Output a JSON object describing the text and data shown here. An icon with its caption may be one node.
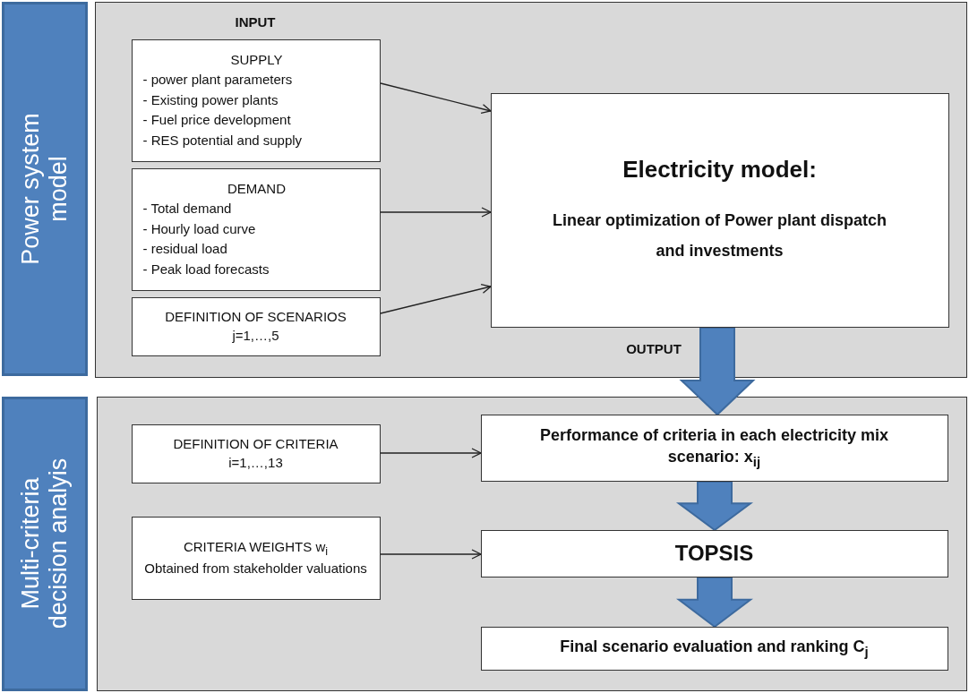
{
  "diagram": {
    "nodes": [
      {
        "text": [
          "Power system model"
        ]
      },
      {
        "text": [],
        "shape": "box"
      },
      {
        "text": [
          "SUPPLY",
          "- power plant parameters",
          "- Existing power plants",
          "- Fuel price development",
          "- RES potential and supply"
        ],
        "in": 1
      },
      {
        "text": [
          "DEMAND",
          "- Total demand",
          "- Hourly load curve",
          "- residual load",
          "- Peak load forecasts"
        ],
        "in": 1
      },
      {
        "text": [
          "DEFINITION OF SCENARIOS",
          "j=1,…,5"
        ],
        "in": 1
      },
      {
        "text": [
          "Electricity model:",
          "Linear optimization of Power plant dispatch and investments"
        ],
        "in": 1
      },
      {
        "text": [
          "Multi-criteria decision analyis"
        ]
      },
      {
        "text": [],
        "shape": "box"
      },
      {
        "text": [
          "DEFINITION OF CRITERIA",
          "i=1,…,13"
        ],
        "in": 7
      },
      {
        "text": [
          "CRITERIA WEIGHTS w$_{i}$",
          "Obtained from stakeholder valuations"
        ],
        "in": 7
      },
      {
        "text": [
          "Performance of criteria in each electricity mix scenario: x$_{ij}$"
        ],
        "in": 7
      },
      {
        "text": [
          "TOPSIS"
        ],
        "in": 7
      },
      {
        "text": [
          "Final scenario evaluation and ranking C$_{j}$"
        ],
        "in": 7
      }
    ],
    "edges": [
      {
        "from": 2,
        "to": 5,
        "arrow": "to"
      },
      {
        "from": 3,
        "to": 5,
        "arrow": "to"
      },
      {
        "from": 4,
        "to": 5,
        "arrow": "to"
      },
      {
        "from": 5,
        "to": 10,
        "arrow": "to",
        "style": "thick",
        "color": "#4f81bd"
      },
      {
        "from": 8,
        "to": 10,
        "arrow": "to"
      },
      {
        "from": 9,
        "to": 11,
        "arrow": "to"
      },
      {
        "from": 10,
        "to": 11,
        "arrow": "to",
        "style": "thick",
        "color": "#4f81bd"
      },
      {
        "from": 11,
        "to": 12,
        "arrow": "to",
        "style": "thick",
        "color": "#4f81bd"
      }
    ],
    "labels": [
      "INPUT",
      "OUTPUT"
    ]
  }
}
